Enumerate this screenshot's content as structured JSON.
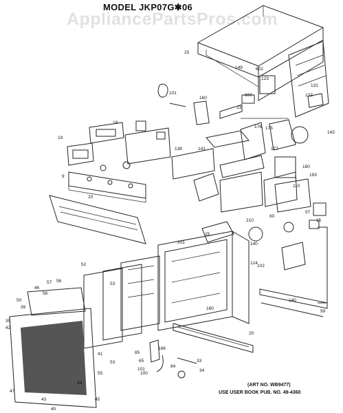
{
  "header": {
    "watermark": "AppliancePartsPros.com",
    "model_title": "MODEL JKP07G✱06"
  },
  "footer": {
    "art_no": "(ART NO. WB9477)",
    "book_no": "USE USER BOOK PUB. NO. 49-4360"
  },
  "callouts": [
    "25",
    "149",
    "602",
    "123",
    "600",
    "131",
    "132",
    "143",
    "101",
    "160",
    "23",
    "19",
    "9",
    "18",
    "138",
    "141",
    "20",
    "176",
    "177",
    "175",
    "180",
    "193",
    "110",
    "97",
    "15",
    "201",
    "25",
    "140",
    "210",
    "60",
    "124",
    "102",
    "140",
    "99",
    "180",
    "52",
    "53",
    "57",
    "58",
    "46",
    "56",
    "35",
    "42",
    "44",
    "43",
    "41",
    "47",
    "40",
    "45",
    "50",
    "39",
    "53",
    "55",
    "85",
    "101",
    "166",
    "65",
    "84",
    "100",
    "33",
    "34",
    "20"
  ]
}
